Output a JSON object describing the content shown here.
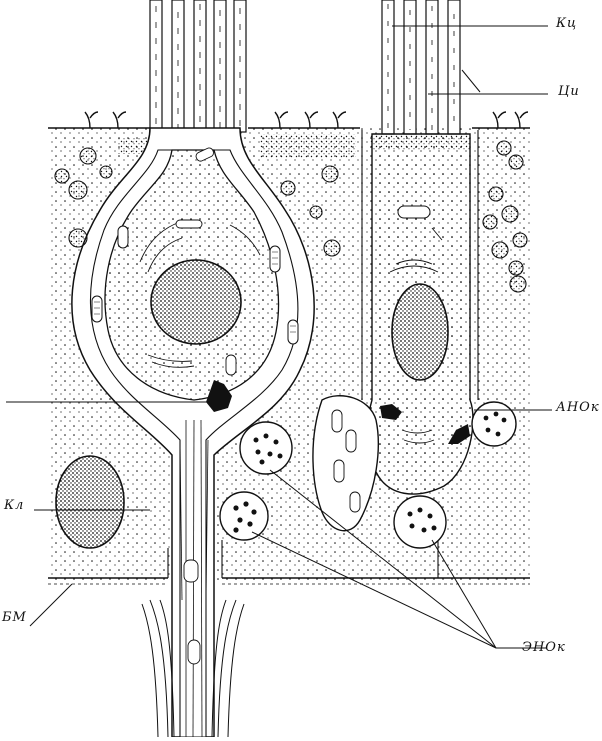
{
  "figure": {
    "labels": {
      "kc": "Кц",
      "ci": "Ци",
      "anok": "АНОк",
      "kl": "Кл",
      "bm": "БМ",
      "enok": "ЭНОк"
    }
  },
  "colors": {
    "ink": "#111111",
    "paper": "#ffffff"
  }
}
